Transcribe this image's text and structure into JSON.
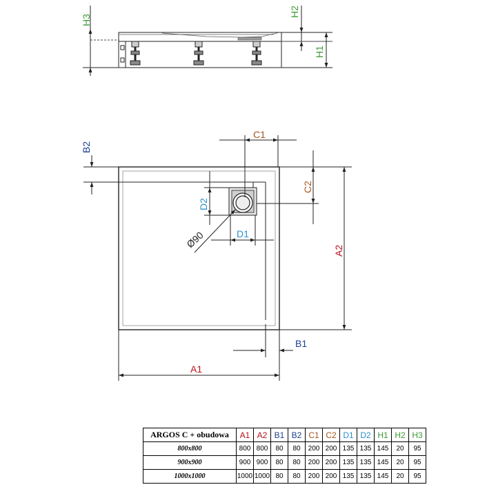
{
  "colors": {
    "A": "#b5121b",
    "B": "#1c3f8f",
    "C": "#a5541e",
    "D": "#2a8fd0",
    "H": "#3e9b36",
    "line": "#222222"
  },
  "labels": {
    "H3": "H3",
    "H2": "H2",
    "H1": "H1",
    "B2": "B2",
    "C1": "C1",
    "C2": "C2",
    "D2": "D2",
    "D1": "D1",
    "dia": "Ø90",
    "A2": "A2",
    "B1": "B1",
    "A1": "A1"
  },
  "table": {
    "title": "ARGOS C + obudowa",
    "headers": [
      "A1",
      "A2",
      "B1",
      "B2",
      "C1",
      "C2",
      "D1",
      "D2",
      "H1",
      "H2",
      "H3"
    ],
    "header_colors": [
      "#b5121b",
      "#b5121b",
      "#1c3f8f",
      "#1c3f8f",
      "#a5541e",
      "#a5541e",
      "#2a8fd0",
      "#2a8fd0",
      "#3e9b36",
      "#3e9b36",
      "#3e9b36"
    ],
    "rows": [
      {
        "size": "800x800",
        "values": [
          "800",
          "800",
          "80",
          "80",
          "200",
          "200",
          "135",
          "135",
          "145",
          "20",
          "95"
        ]
      },
      {
        "size": "900x900",
        "values": [
          "900",
          "900",
          "80",
          "80",
          "200",
          "200",
          "135",
          "135",
          "145",
          "20",
          "95"
        ]
      },
      {
        "size": "1000x1000",
        "values": [
          "1000",
          "1000",
          "80",
          "80",
          "200",
          "200",
          "135",
          "135",
          "145",
          "20",
          "95"
        ]
      }
    ]
  }
}
